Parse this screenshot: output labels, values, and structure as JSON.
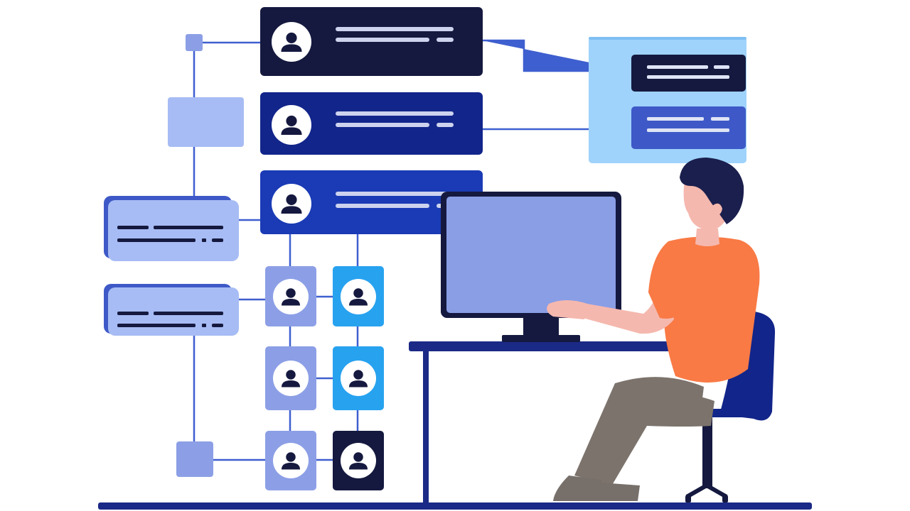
{
  "palette": {
    "navy": "#15193f",
    "deep_blue": "#12258a",
    "royal_blue": "#1a3bb5",
    "mid_blue": "#3e59c7",
    "periwinkle": "#8c9fe6",
    "light_periwinkle": "#a7bcf4",
    "sky": "#9fd3fb",
    "cyan": "#27a2ef",
    "line_blue": "#3e5fcf",
    "orange": "#f97a45",
    "skin": "#f5b8ae",
    "hair": "#1a1f4d",
    "pants": "#7c736c",
    "shoes": "#77706a",
    "floor": "#1b2a86"
  },
  "icons": [
    "user-avatar-icon",
    "user-silhouette-icon"
  ],
  "illustration": {
    "subject": "org-chart-hierarchy",
    "main_cards": 3,
    "node_rows": 3,
    "side_text_cards": 2,
    "detail_panel_cards": 2
  }
}
